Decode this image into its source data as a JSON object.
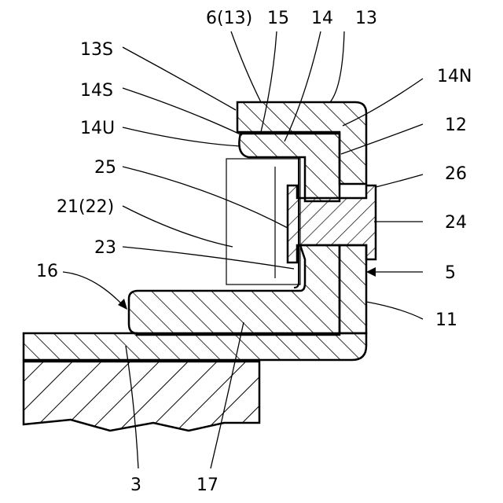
{
  "labels": {
    "l_6_13": "6(13)",
    "l_15": "15",
    "l_14": "14",
    "l_13_top": "13",
    "l_13s": "13S",
    "l_14n": "14N",
    "l_14s": "14S",
    "l_12": "12",
    "l_14u": "14U",
    "l_25": "25",
    "l_26": "26",
    "l_21_22": "21(22)",
    "l_24": "24",
    "l_23": "23",
    "l_16": "16",
    "l_5": "5",
    "l_11": "11",
    "l_3": "3",
    "l_17": "17"
  }
}
